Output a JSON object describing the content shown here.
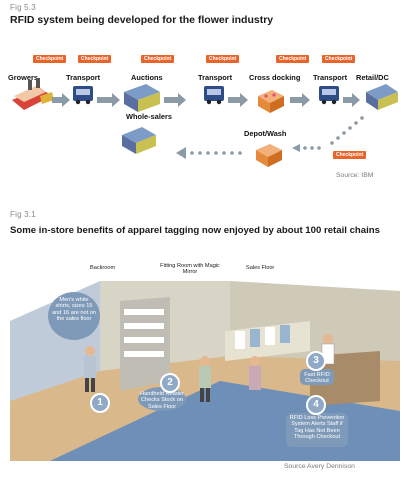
{
  "fig1": {
    "label": "Fig 5.3",
    "title": "RFID system being developed for the flower industry",
    "nodes": {
      "growers": "Growers",
      "transport1": "Transport",
      "auctions": "Auctions",
      "wholesalers": "Whole-salers",
      "transport2": "Transport",
      "crossdocking": "Cross docking",
      "transport3": "Transport",
      "retail": "Retail/DC",
      "depot": "Depot/Wash"
    },
    "checkpoint_label": "Checkpoint",
    "source": "Source: IBM",
    "colors": {
      "checkpoint": "#e8642a",
      "arrow": "#8a9aa6"
    }
  },
  "fig2": {
    "label": "Fig 3.1",
    "title": "Some in-store benefits of apparel tagging now enjoyed by about 100 retail chains",
    "zones": {
      "backroom": "Backroom",
      "fitting": "Fitting Room with Magic Mirror",
      "salesfloor": "Sales Floor"
    },
    "callouts": {
      "c1": "Men's white shirts, sizes 15 and 16 are not on the sales floor",
      "c2": "Handheld Reader Checks Stock on Sales Floor",
      "c3": "Fast RFID Checkout",
      "c4": "RFID Loss Prevention System Alerts Staff if Tag Has Not Been Through Checkout"
    },
    "numbers": [
      "1",
      "2",
      "3",
      "4"
    ],
    "source": "Source Avery Dennison"
  }
}
